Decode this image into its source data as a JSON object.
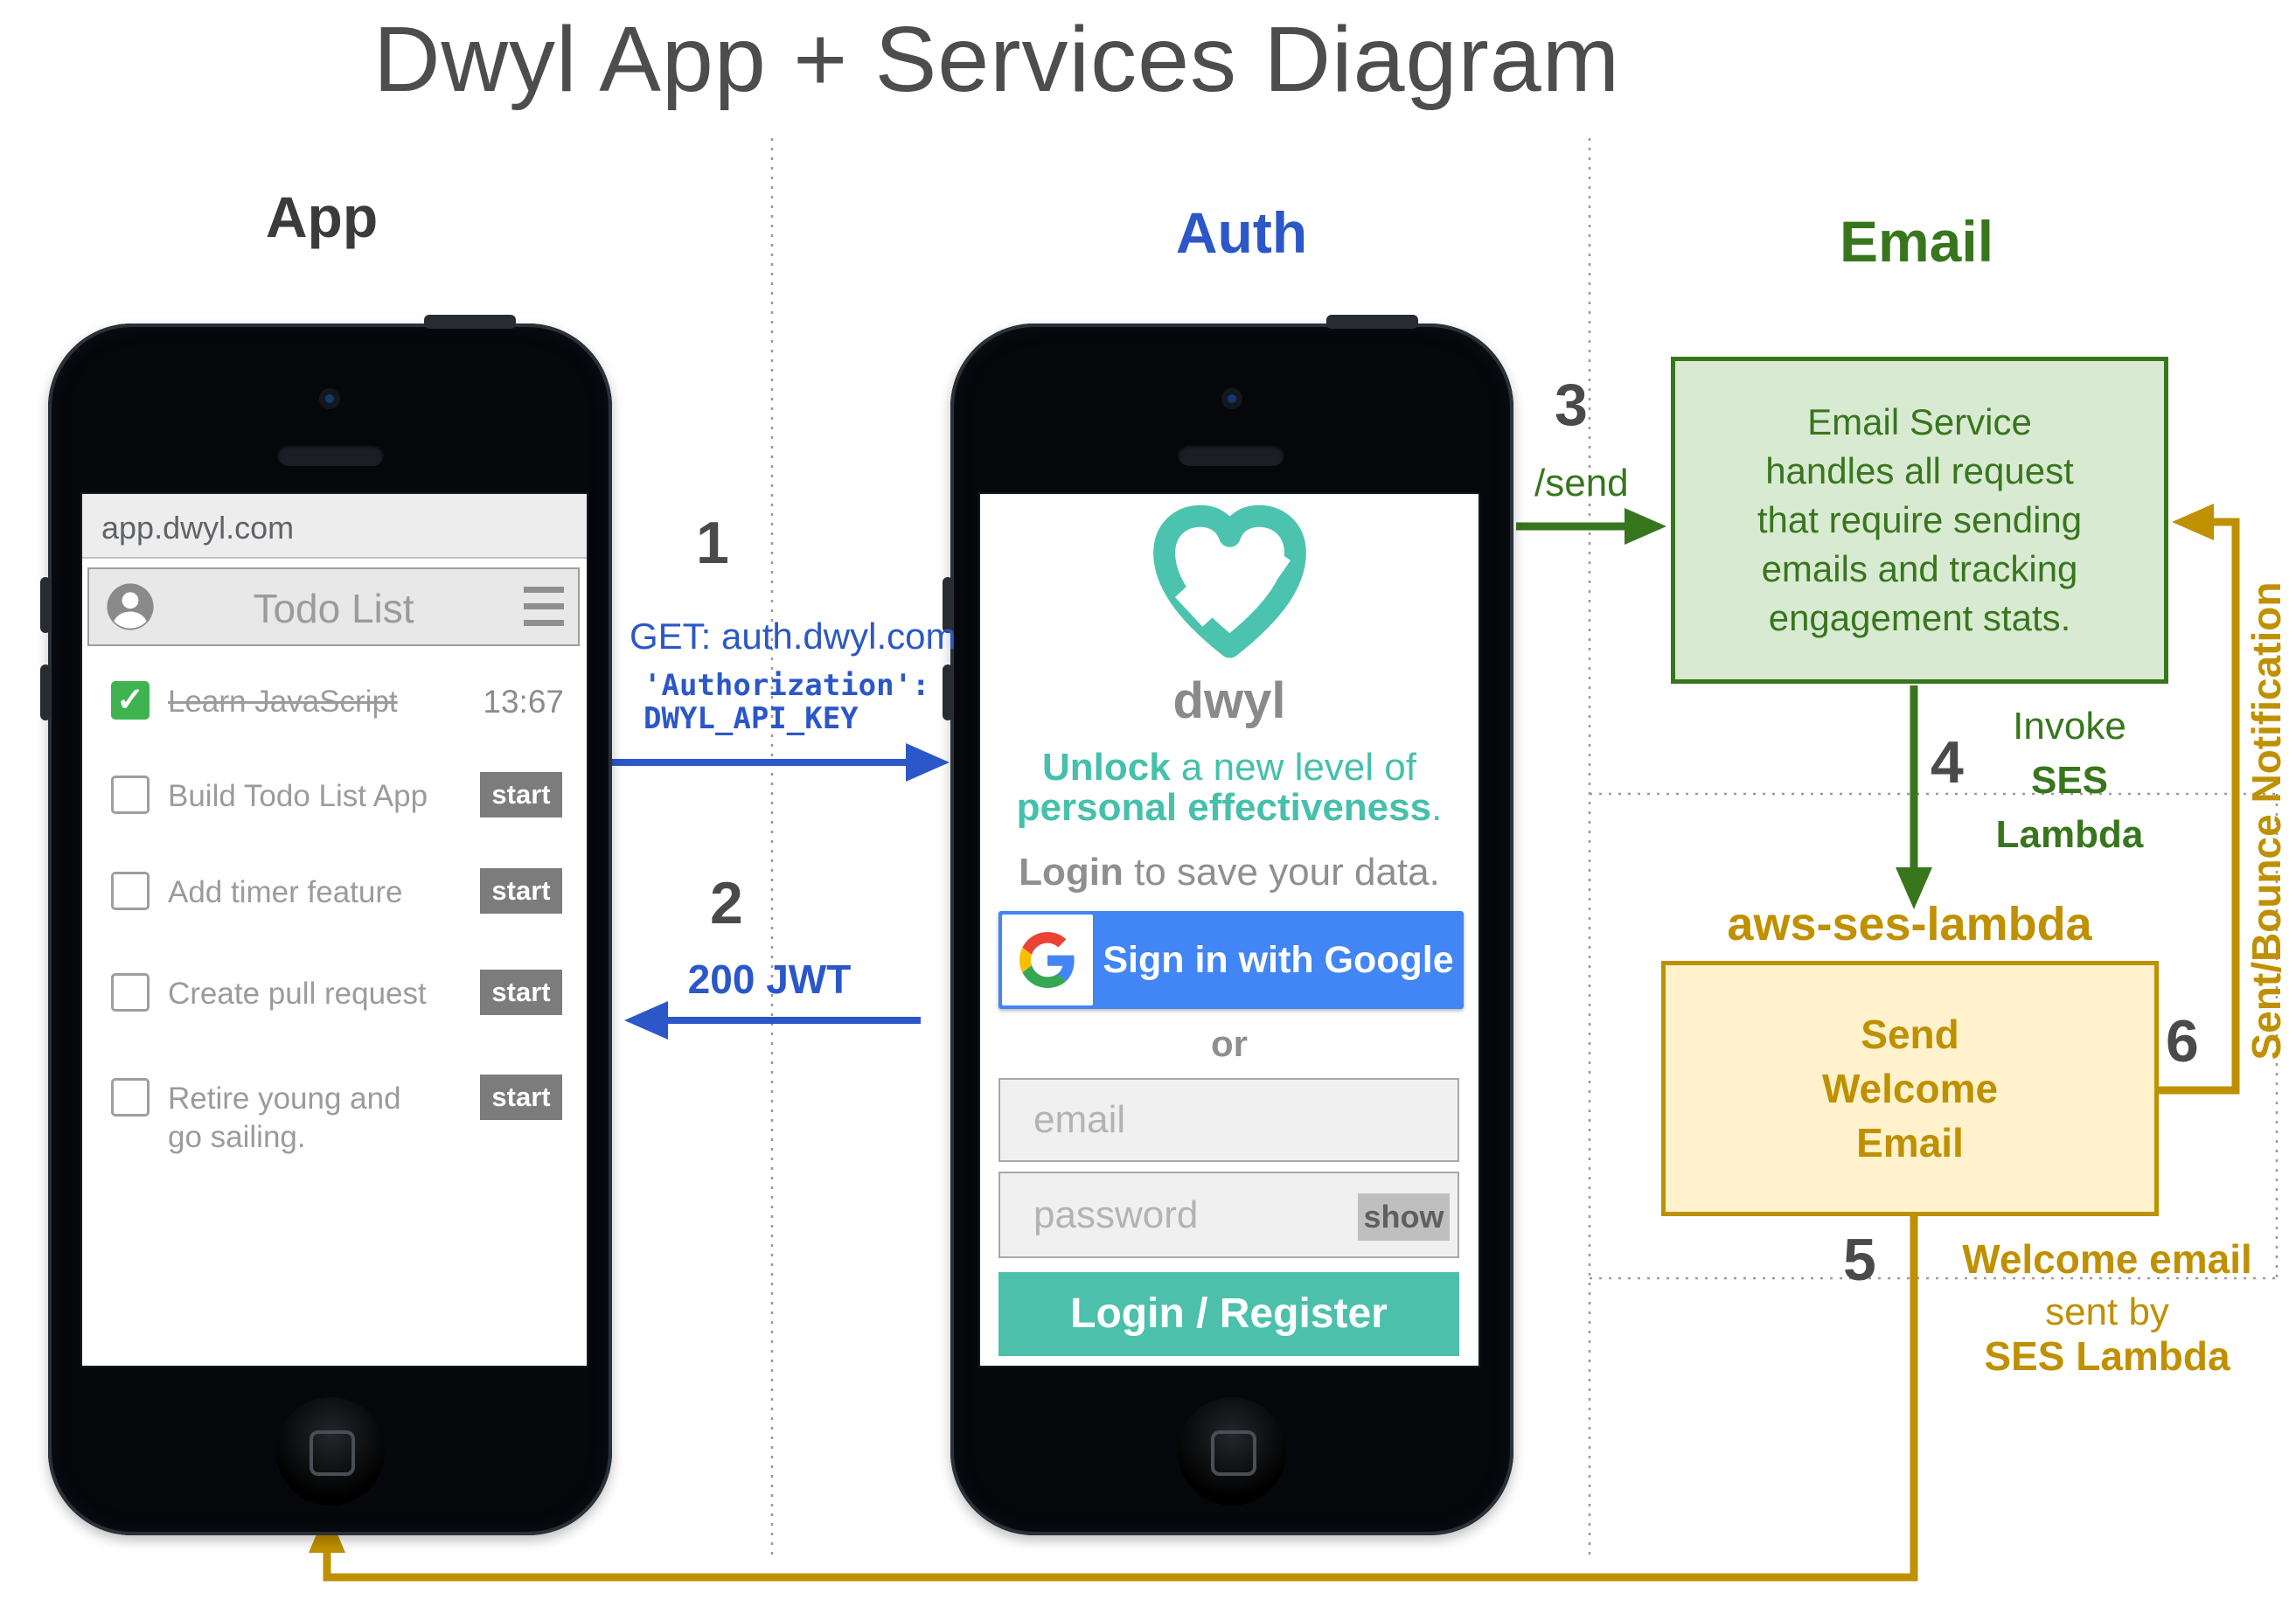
{
  "title": "Dwyl App + Services Diagram",
  "sections": {
    "app": {
      "label": "App"
    },
    "auth": {
      "label": "Auth"
    },
    "email": {
      "label": "Email"
    }
  },
  "app_phone": {
    "url": "app.dwyl.com",
    "header_title": "Todo List",
    "todos": [
      {
        "label": "Learn JavaScript",
        "done": true,
        "check": "✓",
        "time": "13:67"
      },
      {
        "label": "Build Todo List App",
        "done": false,
        "action": "start"
      },
      {
        "label": "Add timer feature",
        "done": false,
        "action": "start"
      },
      {
        "label": "Create pull request",
        "done": false,
        "action": "start"
      },
      {
        "label_line1": "Retire young and",
        "label_line2": "go sailing.",
        "done": false,
        "action": "start"
      }
    ]
  },
  "auth_phone": {
    "logo_word": "dwyl",
    "tagline1_bold": "Unlock",
    "tagline1_rest": " a new level of",
    "tagline2_bold": "personal effectiveness",
    "tagline2_end": ".",
    "login_bold": "Login",
    "login_rest": " to save your data.",
    "google_button": "Sign in with Google",
    "or": "or",
    "email_placeholder": "email",
    "password_placeholder": "password",
    "show_button": "show",
    "login_button": "Login / Register"
  },
  "flows": {
    "step1": {
      "num": "1",
      "line1": "GET: auth.dwyl.com",
      "line2": "'Authorization':",
      "line3": "DWYL_API_KEY"
    },
    "step2": {
      "num": "2",
      "label": "200 JWT"
    },
    "step3": {
      "num": "3",
      "label": "/send"
    },
    "step4": {
      "num": "4",
      "line1": "Invoke",
      "line2": "SES",
      "line3": "Lambda"
    },
    "step5": {
      "num": "5",
      "line1": "Welcome email",
      "line2": "sent by",
      "line3": "SES Lambda"
    },
    "step6": {
      "num": "6",
      "label": "Sent/Bounce Notification"
    }
  },
  "email_service": {
    "box_lines": [
      "Email Service",
      "handles all request",
      "that require sending",
      "emails and tracking",
      "engagement stats."
    ],
    "lambda_title": "aws-ses-lambda",
    "lambda_box_lines": [
      "Send",
      "Welcome",
      "Email"
    ]
  },
  "colors": {
    "title_gray": "#4d4d4d",
    "auth_blue": "#2b57c8",
    "service_green": "#38761d",
    "service_green_fill": "#d9ead3",
    "lambda_gold": "#bf9000",
    "lambda_gold_fill": "#fff2cc",
    "dwyl_teal": "#4cc3ae",
    "google_blue": "#4285f4",
    "checkbox_green": "#3eb34f",
    "login_teal": "#4cc0ab",
    "start_gray": "#7c7c7c"
  }
}
